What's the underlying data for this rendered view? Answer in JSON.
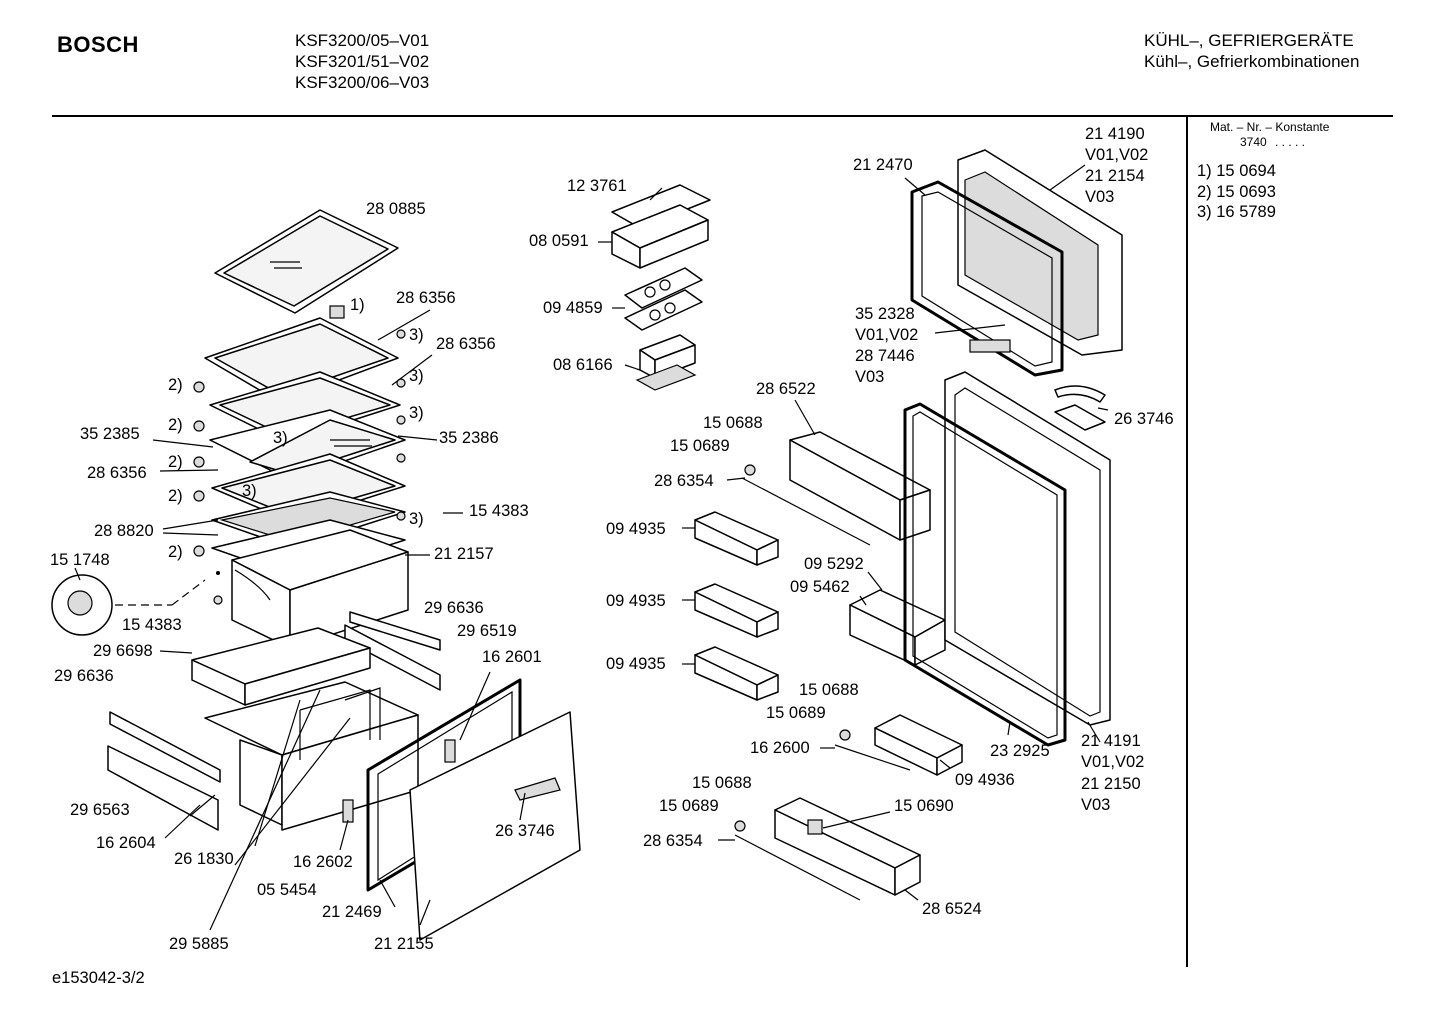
{
  "header": {
    "brand": "BOSCH",
    "models": [
      "KSF3200/05–V01",
      "KSF3201/51–V02",
      "KSF3200/06–V03"
    ],
    "category_line1": "KÜHL–, GEFRIERGERÄTE",
    "category_line2": "Kühl–, Gefrierkombinationen"
  },
  "legend": {
    "title": "Mat. – Nr. – Konstante",
    "constant": "3740",
    "dots": ". . . . .",
    "items": [
      "1)  15 0694",
      "2)  15 0693",
      "3)  16 5789"
    ]
  },
  "footer": {
    "doc_id": "e153042-3/2"
  },
  "part_labels": {
    "l_280885": "28 0885",
    "l_1": "1)",
    "l_286356_a": "28 6356",
    "l_3_a": "3)",
    "l_286356_b": "28 6356",
    "l_3_b": "3)",
    "l_2_a": "2)",
    "l_3_c": "3)",
    "l_2_b": "2)",
    "l_352385": "35 2385",
    "l_3_d": "3)",
    "l_352386": "35 2386",
    "l_2_c": "2)",
    "l_286356_c": "28 6356",
    "l_2_d": "2)",
    "l_3_e": "3)",
    "l_3_f": "3)",
    "l_154383_a": "15 4383",
    "l_288820": "28 8820",
    "l_2_e": "2)",
    "l_212157": "21 2157",
    "l_151748": "15 1748",
    "l_154383_b": "15 4383",
    "l_296636_a": "29 6636",
    "l_296519": "29 6519",
    "l_296698": "29 6698",
    "l_162601": "16 2601",
    "l_296636_b": "29 6636",
    "l_296563": "29 6563",
    "l_162604": "16 2604",
    "l_261830": "26 1830",
    "l_162602": "16 2602",
    "l_055454": "05 5454",
    "l_263746_a": "26 3746",
    "l_212469": "21 2469",
    "l_295885": "29 5885",
    "l_212155": "21 2155",
    "l_123761": "12 3761",
    "l_080591": "08 0591",
    "l_094859": "09 4859",
    "l_086166": "08 6166",
    "l_212470": "21 2470",
    "l_214190": "21 4190",
    "l_v0102_a": "V01,V02",
    "l_212154": "21 2154",
    "l_v03_a": "V03",
    "l_352328": "35 2328",
    "l_v0102_b": "V01,V02",
    "l_287446": "28 7446",
    "l_v03_b": "V03",
    "l_286522": "28 6522",
    "l_263746_b": "26 3746",
    "l_150688_a": "15 0688",
    "l_150689_a": "15 0689",
    "l_286354_a": "28 6354",
    "l_094935_a": "09 4935",
    "l_095292": "09 5292",
    "l_095462": "09 5462",
    "l_094935_b": "09 4935",
    "l_094935_c": "09 4935",
    "l_150688_b": "15 0688",
    "l_150689_b": "15 0689",
    "l_162600": "16 2600",
    "l_094936": "09 4936",
    "l_232925": "23 2925",
    "l_214191": "21 4191",
    "l_v0102_c": "V01,V02",
    "l_212150": "21 2150",
    "l_v03_c": "V03",
    "l_150688_c": "15 0688",
    "l_150689_c": "15 0689",
    "l_150690": "15 0690",
    "l_286354_b": "28 6354",
    "l_286524": "28 6524"
  }
}
